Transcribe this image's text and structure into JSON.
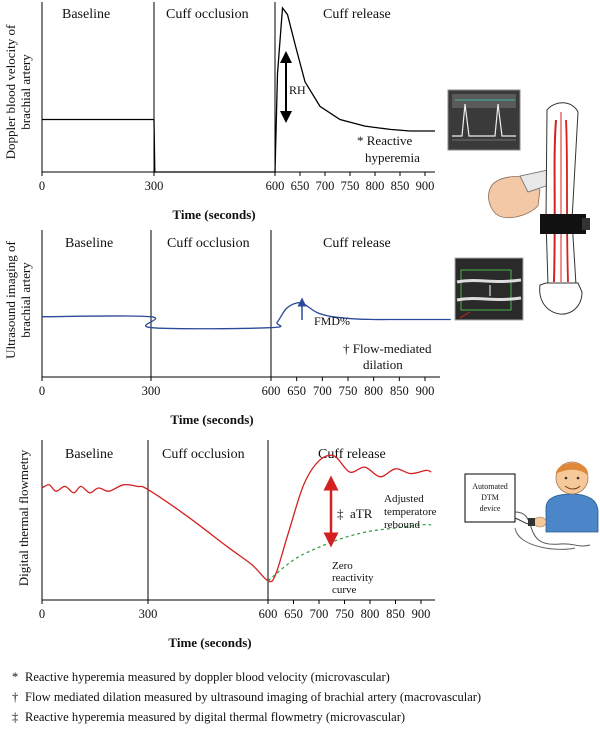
{
  "chart_data": [
    {
      "type": "line",
      "ylabel": "Doppler blood velocity of brachial artery",
      "xlabel": "Time (seconds)",
      "x_ticks": [
        0,
        300,
        600,
        650,
        700,
        750,
        800,
        850,
        900
      ],
      "phases": [
        "Baseline",
        "Cuff occlusion",
        "Cuff release"
      ],
      "phase_boundaries": [
        300,
        600
      ],
      "series": [
        {
          "color": "#000000",
          "x": [
            0,
            298,
            300,
            302,
            598,
            600,
            605,
            615,
            625,
            640,
            660,
            690,
            730,
            780,
            830,
            870,
            920
          ],
          "y": [
            0.32,
            0.32,
            0.32,
            0.0,
            0.0,
            0.0,
            0.6,
            1.0,
            0.96,
            0.78,
            0.55,
            0.4,
            0.32,
            0.28,
            0.26,
            0.25,
            0.25
          ]
        }
      ],
      "annotations": [
        "RH",
        "* Reactive",
        "hyperemia"
      ],
      "color": "#000000"
    },
    {
      "type": "line",
      "ylabel": "Ultrasound imaging of brachial artery",
      "xlabel": "Time (seconds)",
      "x_ticks": [
        0,
        300,
        600,
        650,
        700,
        750,
        800,
        850,
        900
      ],
      "phases": [
        "Baseline",
        "Cuff occlusion",
        "Cuff release"
      ],
      "phase_boundaries": [
        300,
        600
      ],
      "series": [
        {
          "color": "#2b4a9a",
          "x": [
            0,
            298,
            302,
            598,
            612,
            630,
            650,
            665,
            690,
            720,
            760,
            800,
            850,
            950
          ],
          "y": [
            0.44,
            0.44,
            0.36,
            0.36,
            0.4,
            0.5,
            0.54,
            0.53,
            0.47,
            0.44,
            0.425,
            0.42,
            0.42,
            0.42
          ]
        }
      ],
      "annotations": [
        "FMD%",
        "† Flow-mediated",
        "dilation"
      ],
      "color": "#2b4a9a"
    },
    {
      "type": "line",
      "ylabel": "Digital thermal flowmetry",
      "xlabel": "Time (seconds)",
      "x_ticks": [
        0,
        300,
        600,
        650,
        700,
        750,
        800,
        850,
        900
      ],
      "phases": [
        "Baseline",
        "Cuff occlusion",
        "Cuff release"
      ],
      "phase_boundaries": [
        300,
        600
      ],
      "series": [
        {
          "color": "#d42020",
          "x": [
            0,
            20,
            40,
            65,
            90,
            110,
            135,
            160,
            190,
            230,
            270,
            300,
            400,
            500,
            560,
            600,
            615,
            640,
            670,
            700,
            730,
            760,
            790,
            820,
            850,
            880,
            910,
            920
          ],
          "y": [
            0.7,
            0.72,
            0.68,
            0.71,
            0.67,
            0.71,
            0.67,
            0.7,
            0.68,
            0.72,
            0.71,
            0.69,
            0.52,
            0.33,
            0.22,
            0.12,
            0.16,
            0.42,
            0.72,
            0.87,
            0.9,
            0.8,
            0.83,
            0.77,
            0.82,
            0.79,
            0.81,
            0.8
          ]
        },
        {
          "name": "Zero reactivity curve",
          "color": "#2e9a3a",
          "dashed": true,
          "x": [
            600,
            650,
            700,
            750,
            800,
            850,
            900,
            920
          ],
          "y": [
            0.12,
            0.25,
            0.33,
            0.39,
            0.43,
            0.45,
            0.47,
            0.47
          ]
        }
      ],
      "annotations": [
        "aTR",
        "Adjusted",
        "temperatore",
        "rebound",
        "Zero",
        "reactivity",
        "curve",
        "‡"
      ],
      "color": "#d42020"
    }
  ],
  "labels": {
    "panel1": {
      "ylabel_line1": "Doppler blood velocity of",
      "ylabel_line2": "brachial artery",
      "phase1": "Baseline",
      "phase2": "Cuff occlusion",
      "phase3": "Cuff release",
      "xlabel": "Time (seconds)",
      "rh": "RH",
      "note1": "* Reactive",
      "note2": "hyperemia"
    },
    "panel2": {
      "ylabel_line1": "Ultrasound imaging of",
      "ylabel_line2": "brachial artery",
      "phase1": "Baseline",
      "phase2": "Cuff occlusion",
      "phase3": "Cuff release",
      "xlabel": "Time (seconds)",
      "fmd": "FMD%",
      "note1": "† Flow-mediated",
      "note2": "dilation"
    },
    "panel3": {
      "ylabel": "Digital thermal flowmetry",
      "phase1": "Baseline",
      "phase2": "Cuff occlusion",
      "phase3": "Cuff release",
      "xlabel": "Time (seconds)",
      "atr": "aTR",
      "dagger": "‡",
      "adj1": "Adjusted",
      "adj2": "temperatore",
      "adj3": "rebound",
      "zero1": "Zero",
      "zero2": "reactivity",
      "zero3": "curve"
    },
    "device": {
      "line1": "Automated",
      "line2": "DTM",
      "line3": "device"
    }
  },
  "footnotes": [
    {
      "symbol": "*",
      "text": "Reactive hyperemia measured by doppler blood velocity (microvascular)"
    },
    {
      "symbol": "†",
      "text": "Flow mediated dilation measured by ultrasound imaging of brachial artery (macrovascular)"
    },
    {
      "symbol": "‡",
      "text": "Reactive hyperemia measured by digital thermal flowmetry (microvascular)"
    }
  ],
  "colors": {
    "axis": "#000000",
    "doppler": "#000000",
    "ultrasound": "#2b4a9a",
    "dtm": "#d42020",
    "zero": "#2e9a3a",
    "skin": "#f6c99a",
    "shirt": "#4a86c8"
  }
}
